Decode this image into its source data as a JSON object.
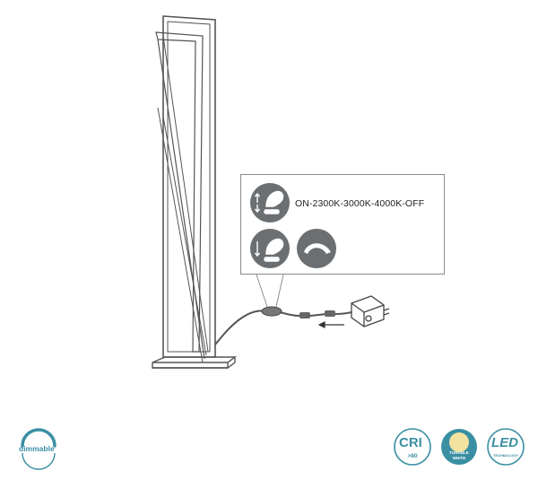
{
  "diagram": {
    "mode_sequence": "ON-2300K-3000K-4000K-OFF"
  },
  "badges": {
    "dimmable": "dimmable",
    "cri": "CRI",
    "cri_value": ">80",
    "tunable_line1": "TUNABLE",
    "tunable_line2": "WHITE",
    "led": "LED",
    "led_sub": "TECHNOLOGY"
  },
  "colors": {
    "line": "#555555",
    "icon_gray": "#6b6f72",
    "teal": "#3a8fa3"
  }
}
